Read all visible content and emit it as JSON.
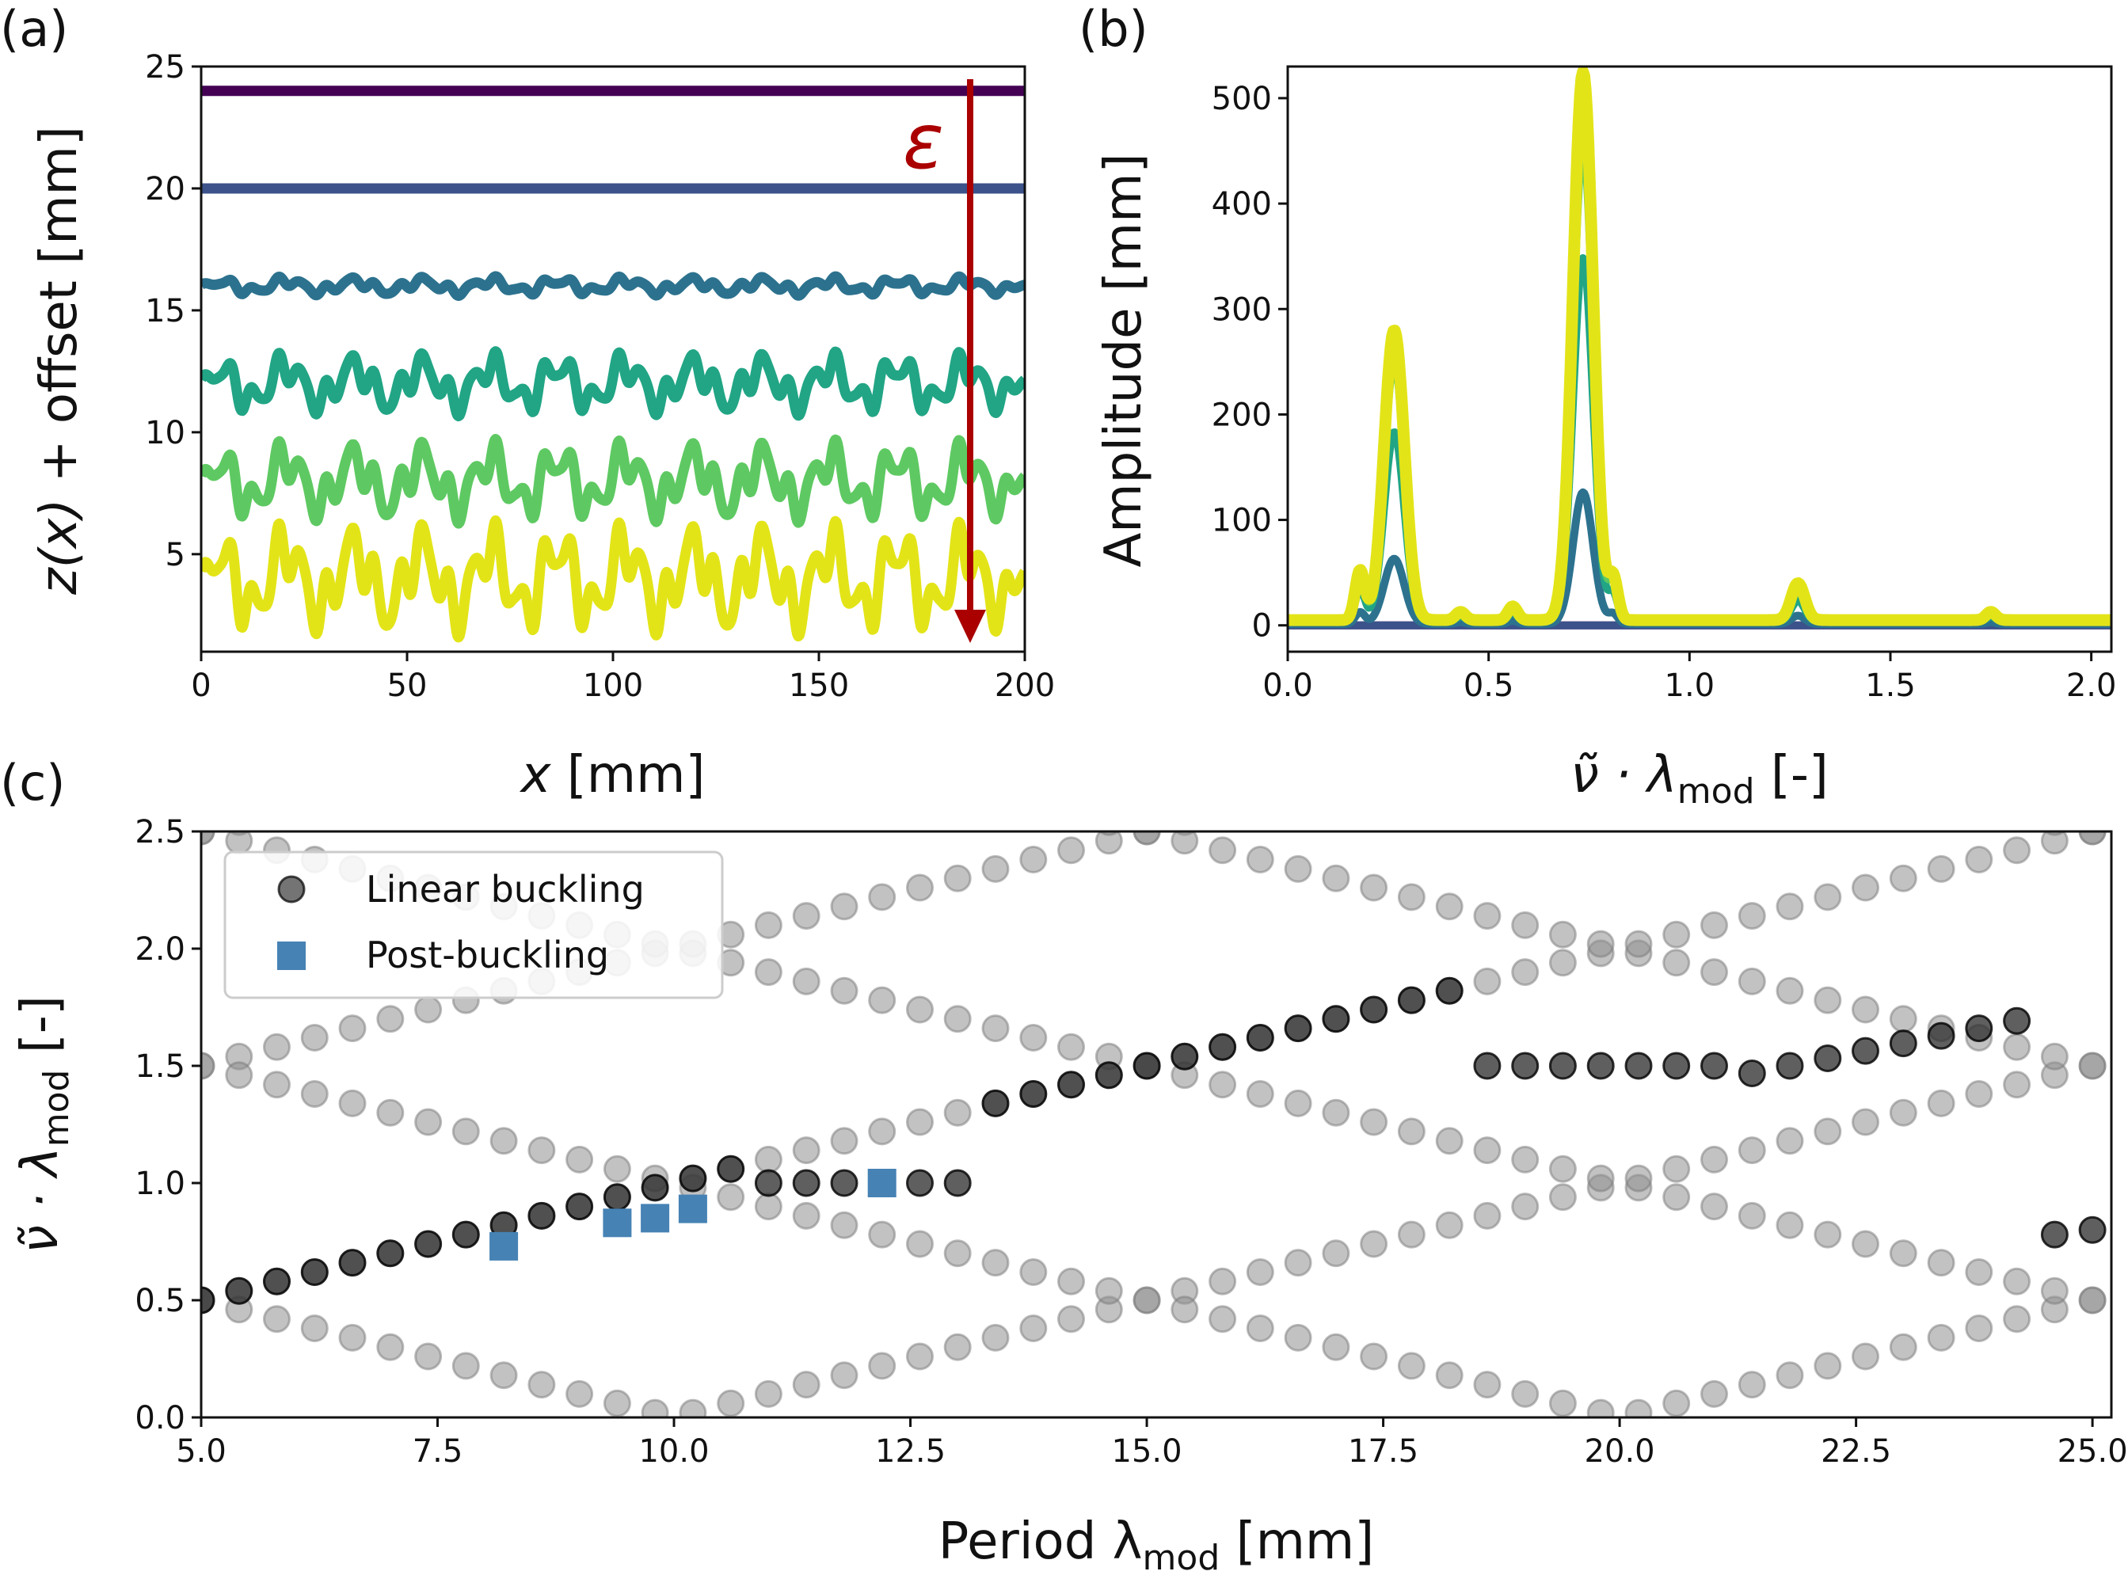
{
  "panels": {
    "a": {
      "label": "(a)",
      "xlabel_var": "x",
      "xlabel_unit": " [mm]",
      "ylabel_var": "z(x)",
      "ylabel_rest": " +  offset [mm]",
      "annotation": "ε",
      "annotation_color": "#aa0000"
    },
    "b": {
      "label": "(b)",
      "xlabel_main": "ν̃ · λ",
      "xlabel_sub": "mod",
      "xlabel_unit": " [-]",
      "ylabel": "Amplitude [mm]"
    },
    "c": {
      "label": "(c)",
      "xlabel_main": "Period λ",
      "xlabel_sub": "mod",
      "xlabel_unit": " [mm]",
      "ylabel_main": "ν̃ · λ",
      "ylabel_sub": "mod",
      "ylabel_unit": " [-]",
      "legend": {
        "linear": "Linear buckling",
        "post": "Post-buckling"
      }
    }
  },
  "chart_data": [
    {
      "id": "a",
      "type": "line",
      "xlim": [
        0,
        200
      ],
      "ylim": [
        1,
        25
      ],
      "x_ticks": [
        "0",
        "50",
        "100",
        "150",
        "200"
      ],
      "y_ticks": [
        "5",
        "10",
        "15",
        "20",
        "25"
      ],
      "series": [
        {
          "offset": 24,
          "amplitude": 0.0,
          "color": "#440154"
        },
        {
          "offset": 20,
          "amplitude": 0.0,
          "color": "#3b528b"
        },
        {
          "offset": 16,
          "amplitude": 0.3,
          "color": "#2c728e"
        },
        {
          "offset": 12,
          "amplitude": 1.0,
          "color": "#21a585"
        },
        {
          "offset": 8,
          "amplitude": 1.3,
          "color": "#5ec962"
        },
        {
          "offset": 4,
          "amplitude": 1.8,
          "color": "#e3e418"
        }
      ]
    },
    {
      "id": "b",
      "type": "line",
      "xlim": [
        0,
        2.05
      ],
      "ylim": [
        -25,
        530
      ],
      "x_ticks": [
        "0.0",
        "0.5",
        "1.0",
        "1.5",
        "2.0"
      ],
      "y_ticks": [
        "0",
        "100",
        "200",
        "300",
        "400",
        "500"
      ],
      "peaks_x": [
        0.265,
        0.735,
        1.27
      ],
      "series": [
        {
          "color": "#440154",
          "peaks": [
            0,
            0,
            0
          ]
        },
        {
          "color": "#3b528b",
          "peaks": [
            0,
            0,
            0
          ]
        },
        {
          "color": "#2c728e",
          "peaks": [
            62,
            125,
            8
          ]
        },
        {
          "color": "#21a585",
          "peaks": [
            180,
            345,
            20
          ]
        },
        {
          "color": "#5ec962",
          "peaks": [
            245,
            450,
            28
          ]
        },
        {
          "color": "#e3e418",
          "peaks": [
            275,
            520,
            35
          ]
        }
      ]
    },
    {
      "id": "c",
      "type": "scatter",
      "xlim": [
        5,
        25.2
      ],
      "ylim": [
        0,
        2.5
      ],
      "x_ticks": [
        "5.0",
        "7.5",
        "10.0",
        "12.5",
        "15.0",
        "17.5",
        "20.0",
        "22.5",
        "25.0"
      ],
      "y_ticks": [
        "0.0",
        "0.5",
        "1.0",
        "1.5",
        "2.0",
        "2.5"
      ],
      "linear_x_start": 5.0,
      "linear_x_step": 0.4,
      "linear_count": 51,
      "post_buckling": [
        [
          8.2,
          0.73
        ],
        [
          9.4,
          0.83
        ],
        [
          9.8,
          0.85
        ],
        [
          10.2,
          0.89
        ],
        [
          12.2,
          1.0
        ]
      ]
    }
  ]
}
